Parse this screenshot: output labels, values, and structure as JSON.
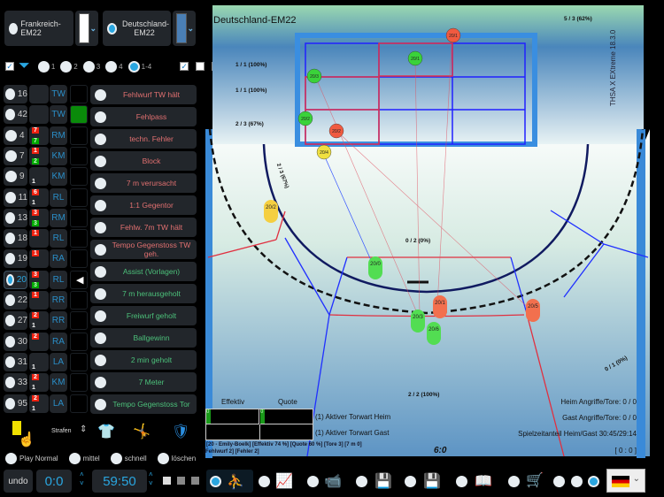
{
  "teams": [
    {
      "name": "Frankreich-EM22",
      "selected": false,
      "color": "#ffffff"
    },
    {
      "name": "Deutschland-EM22",
      "selected": true,
      "color": "#4a7fb5"
    }
  ],
  "filter": {
    "periods": [
      "1",
      "2",
      "3",
      "4",
      "1-4"
    ],
    "selected_period": "1-4",
    "checks": [
      true,
      true,
      false,
      false
    ]
  },
  "players": [
    {
      "num": "16",
      "red": "",
      "green": "",
      "white": "",
      "pos": "TW"
    },
    {
      "num": "42",
      "red": "",
      "green": "",
      "white": "",
      "pos": "TW",
      "color": "#0a8a0a"
    },
    {
      "num": "4",
      "red": "7",
      "green": "7",
      "white": "",
      "pos": "RM"
    },
    {
      "num": "7",
      "red": "1",
      "green": "2",
      "white": "",
      "pos": "KM"
    },
    {
      "num": "9",
      "red": "",
      "green": "",
      "white": "1",
      "pos": "KM"
    },
    {
      "num": "11",
      "red": "6",
      "green": "",
      "white": "1",
      "pos": "RL"
    },
    {
      "num": "13",
      "red": "3",
      "green": "3",
      "white": "",
      "pos": "RM"
    },
    {
      "num": "18",
      "red": "1",
      "green": "",
      "white": "",
      "pos": "RL"
    },
    {
      "num": "19",
      "red": "1",
      "green": "",
      "white": "",
      "pos": "RA"
    },
    {
      "num": "20",
      "red": "3",
      "green": "3",
      "white": "",
      "pos": "RL",
      "selected": true
    },
    {
      "num": "22",
      "red": "1",
      "green": "",
      "white": "",
      "pos": "RR"
    },
    {
      "num": "27",
      "red": "2",
      "green": "",
      "white": "1",
      "pos": "RR"
    },
    {
      "num": "30",
      "red": "2",
      "green": "",
      "white": "",
      "pos": "RA"
    },
    {
      "num": "31",
      "red": "",
      "green": "",
      "white": "1",
      "pos": "LA"
    },
    {
      "num": "33",
      "red": "2",
      "green": "",
      "white": "1",
      "pos": "KM"
    },
    {
      "num": "95",
      "red": "2",
      "green": "",
      "white": "1",
      "pos": "LA"
    }
  ],
  "actions": [
    {
      "label": "Fehlwurf TW hält",
      "type": "neg"
    },
    {
      "label": "Fehlpass",
      "type": "neg"
    },
    {
      "label": "techn. Fehler",
      "type": "neg"
    },
    {
      "label": "Block",
      "type": "neg"
    },
    {
      "label": "7 m verursacht",
      "type": "neg"
    },
    {
      "label": "1:1 Gegentor",
      "type": "neg"
    },
    {
      "label": "Fehlw. 7m TW hält",
      "type": "neg"
    },
    {
      "label": "Tempo Gegenstoss TW geh.",
      "type": "neg"
    },
    {
      "label": "Assist (Vorlagen)",
      "type": "pos"
    },
    {
      "label": "7 m herausgeholt",
      "type": "pos"
    },
    {
      "label": "Freiwurf geholt",
      "type": "pos"
    },
    {
      "label": "Ballgewinn",
      "type": "pos"
    },
    {
      "label": "2 min geholt",
      "type": "pos"
    },
    {
      "label": "7 Meter",
      "type": "pos"
    },
    {
      "label": "Tempo Gegenstoss Tor",
      "type": "pos"
    }
  ],
  "colors": {
    "neg": "#e07070",
    "pos": "#4cc07a",
    "accent": "#2aa6e0"
  },
  "tools": {
    "strafen": "Strafen",
    "icons": [
      "yellow-card-icon",
      "jersey-swap-icon",
      "goalkeeper-icon",
      "shield-swap-icon"
    ]
  },
  "speed": [
    "Play Normal",
    "mittel",
    "schnell",
    "löschen"
  ],
  "bottom": {
    "undo": "undo",
    "score": "0:0",
    "time": "59:50"
  },
  "court": {
    "team": "Deutschland-EM22",
    "version": "THSA X EXtreme 18.3.0",
    "goal_stats": {
      "top_right": "5 / 3 (62%)",
      "row1": "1 / 1 (100%)",
      "row2": "1 / 1 (100%)",
      "row3": "2 / 3 (67%)"
    },
    "zone_stats": {
      "left_wing": "2 / 3 (67%)",
      "center": "0 / 2 (0%)",
      "back": "2 / 2 (100%)",
      "right": "0 / 1 (0%)"
    },
    "goal_markers": [
      {
        "label": "20/1",
        "color": "green"
      },
      {
        "label": "20/3",
        "color": "green"
      },
      {
        "label": "20/2",
        "color": "green"
      },
      {
        "label": "20/2",
        "color": "red"
      },
      {
        "label": "20/4",
        "color": "yellow"
      },
      {
        "label": "20/1",
        "color": "red"
      }
    ],
    "shot_markers": [
      {
        "label": "20/2",
        "color": "yellow"
      },
      {
        "label": "20/0",
        "color": "green"
      },
      {
        "label": "20/1",
        "color": "red"
      },
      {
        "label": "20/3",
        "color": "green"
      },
      {
        "label": "20/6",
        "color": "green"
      },
      {
        "label": "20/5",
        "color": "red"
      }
    ],
    "effektiv": "Effektiv",
    "quote": "Quote",
    "bar_val1": "0",
    "bar_val2": "0",
    "gk_home": "(1) Aktiver Torwart Heim",
    "gk_away": "(1) Aktiver Torwart Gast",
    "info1": "[20 - Emily-Boelk] [Effektiv 74 %] [Quote 60 %] [Tore 3] [7 m 0]",
    "info2": "[Fehlwurf 2] [Fehler 2]",
    "result": "6:0",
    "home_att": "Heim Angriffe/Tore: 0 / 0",
    "away_att": "Gast Angriffe/Tore: 0 / 0",
    "time_share": "Spielzeitanteil Heim/Gast 30:45/29:14",
    "bracket": "[ 0 : 0 ]"
  },
  "toolbar_icons": [
    "players-icon",
    "chart-icon",
    "video-icon",
    "save-edit-icon",
    "save-check-icon",
    "manual-icon",
    "shop-icon"
  ],
  "language": "German"
}
